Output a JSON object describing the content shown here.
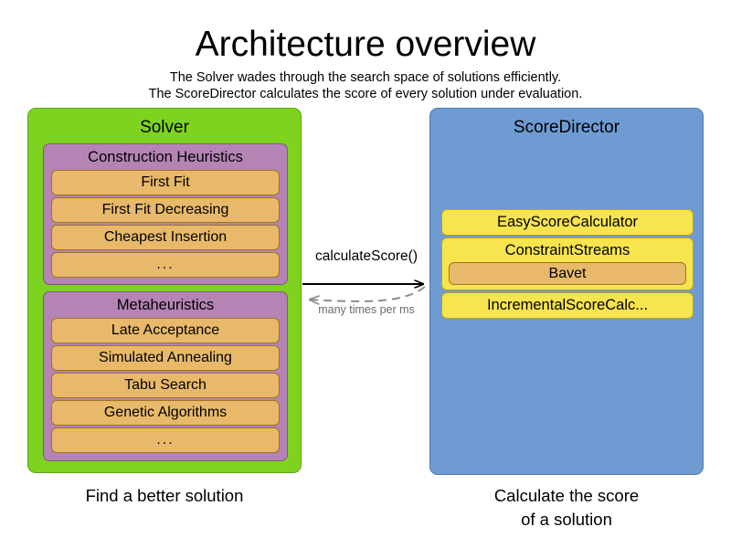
{
  "header": {
    "title": "Architecture overview",
    "subtitle1": "The Solver wades through the search space of solutions efficiently.",
    "subtitle2": "The ScoreDirector calculates the score of every solution under evaluation."
  },
  "solver": {
    "title": "Solver",
    "caption": "Find a better solution",
    "groups": [
      {
        "title": "Construction Heuristics",
        "items": [
          "First Fit",
          "First Fit Decreasing",
          "Cheapest Insertion",
          "..."
        ]
      },
      {
        "title": "Metaheuristics",
        "items": [
          "Late Acceptance",
          "Simulated Annealing",
          "Tabu Search",
          "Genetic Algorithms",
          "..."
        ]
      }
    ]
  },
  "score_director": {
    "title": "ScoreDirector",
    "caption_line1": "Calculate the score",
    "caption_line2": "of a solution",
    "items": [
      {
        "label": "EasyScoreCalculator",
        "child": null
      },
      {
        "label": "ConstraintStreams",
        "child": "Bavet"
      },
      {
        "label": "IncrementalScoreCalc...",
        "child": null
      }
    ]
  },
  "arrows": {
    "forward_label": "calculateScore()",
    "return_label": "many times per ms"
  },
  "colors": {
    "solver_green": "#7ed321",
    "group_purple": "#b584b5",
    "item_orange": "#e8b96a",
    "scoredirector_blue": "#6e9bd2",
    "item_yellow": "#f7e44e",
    "arrow_solid": "#000000",
    "arrow_dashed": "#8c8c8c"
  }
}
